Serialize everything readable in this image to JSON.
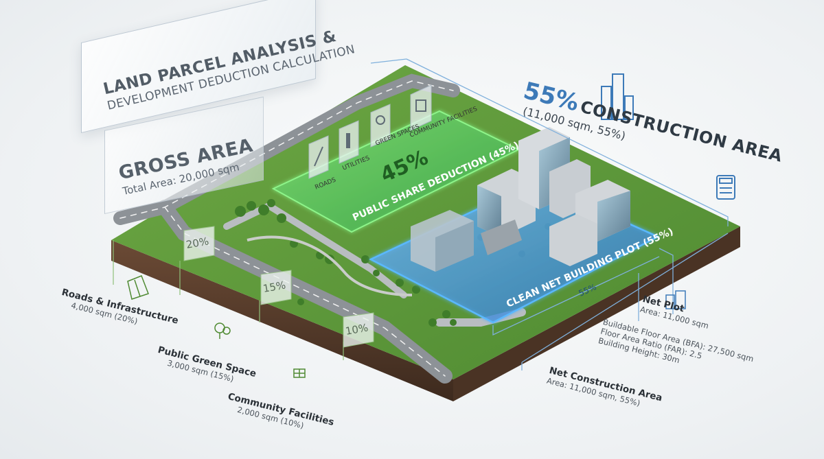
{
  "title": {
    "line1": "LAND PARCEL ANALYSIS &",
    "line2": "DEVELOPMENT DEDUCTION CALCULATION"
  },
  "gross": {
    "title": "GROSS AREA",
    "subtitle": "Total Area: 20,000 sqm"
  },
  "construction": {
    "percent": "55%",
    "label": "CONSTRUCTION AREA",
    "subtitle": "(11,000 sqm, 55%)"
  },
  "public_share": {
    "percent": "45%",
    "label": "PUBLIC SHARE DEDUCTION (45%)",
    "categories": [
      "ROADS",
      "UTILITIES",
      "GREEN SPACES",
      "COMMUNITY FACILITIES"
    ]
  },
  "net_plot_label": "CLEAN NET BUILDING PLOT (55%)",
  "net_plot_pct": "55%",
  "markers": [
    "20%",
    "15%",
    "10%"
  ],
  "legend": [
    {
      "title": "Roads & Infrastructure",
      "sub": "4,000 sqm (20%)",
      "icon": "road-icon"
    },
    {
      "title": "Public Green Space",
      "sub": "3,000 sqm (15%)",
      "icon": "tree-icon"
    },
    {
      "title": "Community Facilities",
      "sub": "2,000 sqm (10%)",
      "icon": "building-grid-icon"
    }
  ],
  "net_plot": {
    "title": "Net Plot",
    "area": "Area: 11,000 sqm",
    "bfa": "Buildable Floor Area (BFA): 27,500 sqm",
    "far": "Floor Area Ratio (FAR): 2.5",
    "height": "Building Height: 30m"
  },
  "net_construction": {
    "title": "Net Construction Area",
    "area": "Area: 11,000 sqm, 55%)"
  },
  "colors": {
    "green_accent": "#5fd06a",
    "blue_accent": "#4aa8ff",
    "grass": "#5f9b3a",
    "road": "#8e9296",
    "soil": "#5a4030"
  }
}
